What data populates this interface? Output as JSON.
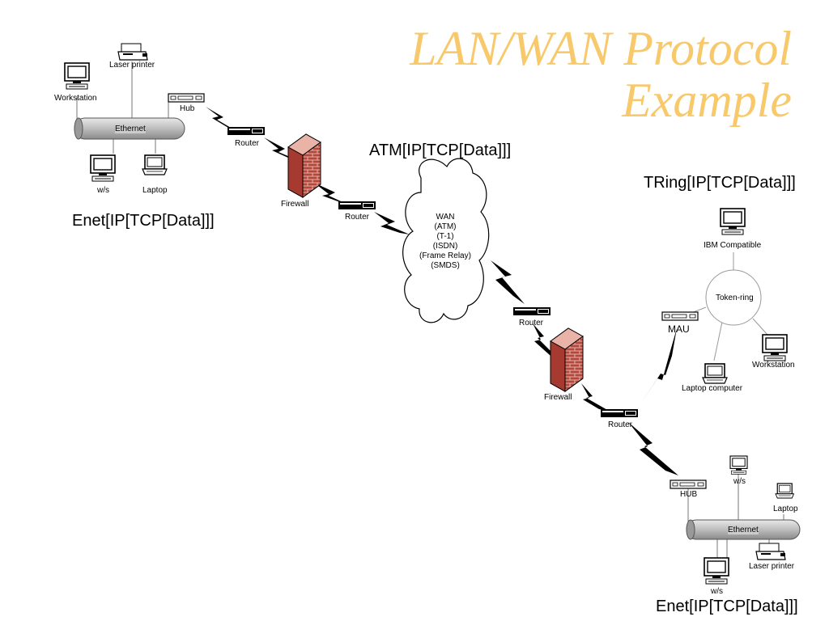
{
  "title": {
    "line1": "LAN/WAN Protocol",
    "line2": "Example",
    "color": "#f7c96b"
  },
  "encapsulation": {
    "top_left": "Enet[IP[TCP[Data]]]",
    "atm": "ATM[IP[TCP[Data]]]",
    "token_ring": "TRing[IP[TCP[Data]]]",
    "bottom_right": "Enet[IP[TCP[Data]]]"
  },
  "left_lan": {
    "workstation": "Workstation",
    "laser_printer": "Laser printer",
    "hub": "Hub",
    "ethernet": "Ethernet",
    "ws": "w/s",
    "laptop": "Laptop"
  },
  "path": {
    "router1": "Router",
    "firewall1": "Firewall",
    "router2": "Router",
    "router3": "Router",
    "firewall2": "Firewall",
    "router4": "Router"
  },
  "wan": {
    "lines": [
      "WAN",
      "(ATM)",
      "(T-1)",
      "(ISDN)",
      "(Frame Relay)",
      "(SMDS)"
    ]
  },
  "token_ring": {
    "ibm": "IBM Compatible",
    "ring": "Token-ring",
    "mau": "MAU",
    "laptop": "Laptop computer",
    "workstation": "Workstation"
  },
  "right_lan": {
    "hub": "HUB",
    "ws_top": "w/s",
    "laptop": "Laptop",
    "ethernet": "Ethernet",
    "laser_printer": "Laser printer",
    "ws_bottom": "w/s"
  },
  "colors": {
    "brick": "#b5483c",
    "cable": "#c8c8c8"
  }
}
